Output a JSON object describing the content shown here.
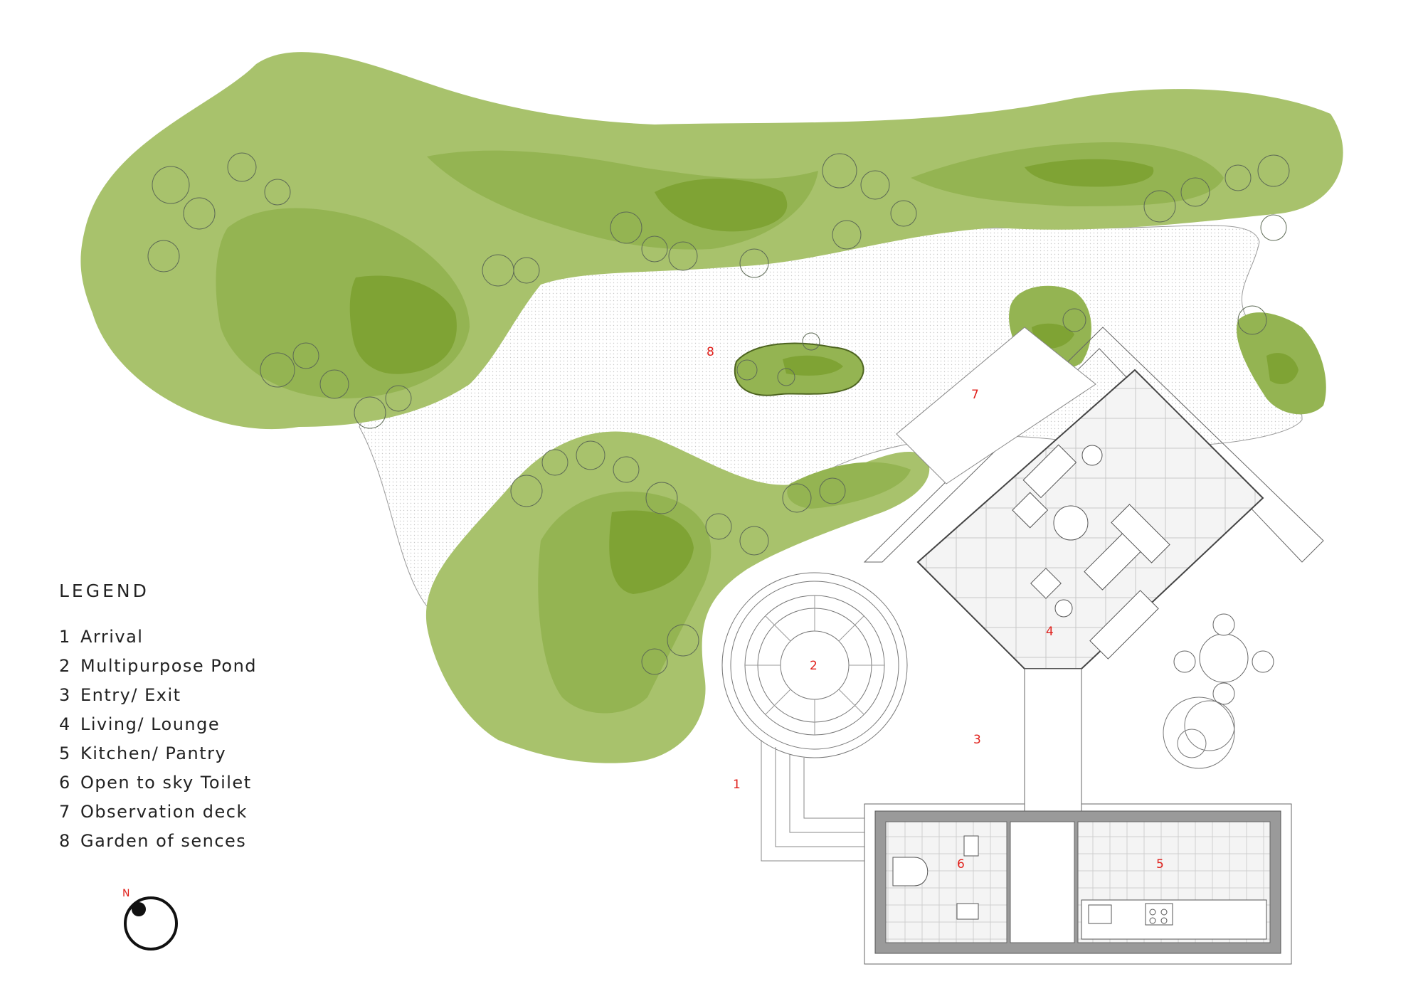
{
  "legend": {
    "title": "LEGEND",
    "items": [
      {
        "num": "1",
        "label": "Arrival"
      },
      {
        "num": "2",
        "label": "Multipurpose Pond"
      },
      {
        "num": "3",
        "label": "Entry/ Exit"
      },
      {
        "num": "4",
        "label": "Living/ Lounge"
      },
      {
        "num": "5",
        "label": "Kitchen/ Pantry"
      },
      {
        "num": "6",
        "label": "Open to sky Toilet"
      },
      {
        "num": "7",
        "label": "Observation deck"
      },
      {
        "num": "8",
        "label": "Garden of sences"
      }
    ]
  },
  "plan_labels": {
    "arrival": "1",
    "pond": "2",
    "entry": "3",
    "living": "4",
    "kitchen": "5",
    "toilet": "6",
    "deck": "7",
    "garden": "8"
  },
  "north": {
    "letter": "N",
    "icon": "north-arrow-icon"
  },
  "colors": {
    "lawn_light": "#a8c26c",
    "lawn_mid": "#94b452",
    "lawn_dark": "#7fa334",
    "label_red": "#e0211c",
    "wall_grey": "#9a9a9a"
  }
}
